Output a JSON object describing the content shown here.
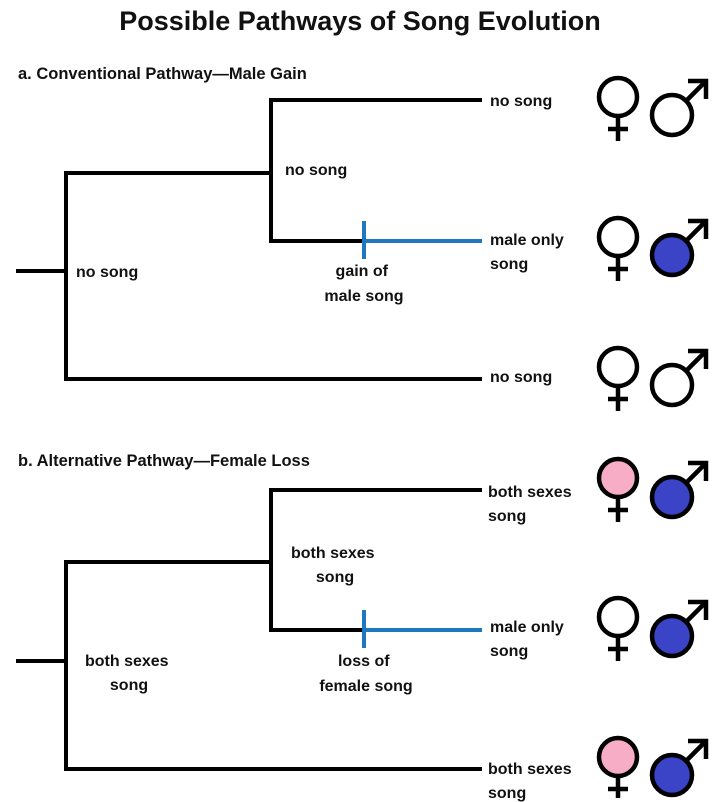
{
  "title": "Possible Pathways of Song Evolution",
  "colors": {
    "branch": "#000000",
    "change_line": "#1f77bd",
    "female_song_fill": "#f7adc6",
    "male_song_fill": "#3b43c6",
    "no_song_fill": "#ffffff"
  },
  "panels": [
    {
      "title": "a. Conventional Pathway—Male Gain",
      "root_label": [
        "no song"
      ],
      "inner_node_label": [
        "no song"
      ],
      "change_label": [
        "gain of",
        "male song"
      ],
      "tips": [
        {
          "label": [
            "no song"
          ],
          "female": "no-song",
          "male": "no-song"
        },
        {
          "label": [
            "male only",
            "song"
          ],
          "female": "no-song",
          "male": "song"
        },
        {
          "label": [
            "no song"
          ],
          "female": "no-song",
          "male": "no-song"
        }
      ]
    },
    {
      "title": "b. Alternative Pathway—Female Loss",
      "root_label": [
        "both sexes",
        "song"
      ],
      "inner_node_label": [
        "both sexes",
        "song"
      ],
      "change_label": [
        "loss of",
        "female song"
      ],
      "tips": [
        {
          "label": [
            "both sexes",
            "song"
          ],
          "female": "song",
          "male": "song"
        },
        {
          "label": [
            "male only",
            "song"
          ],
          "female": "no-song",
          "male": "song"
        },
        {
          "label": [
            "both sexes",
            "song"
          ],
          "female": "song",
          "male": "song"
        }
      ]
    }
  ]
}
